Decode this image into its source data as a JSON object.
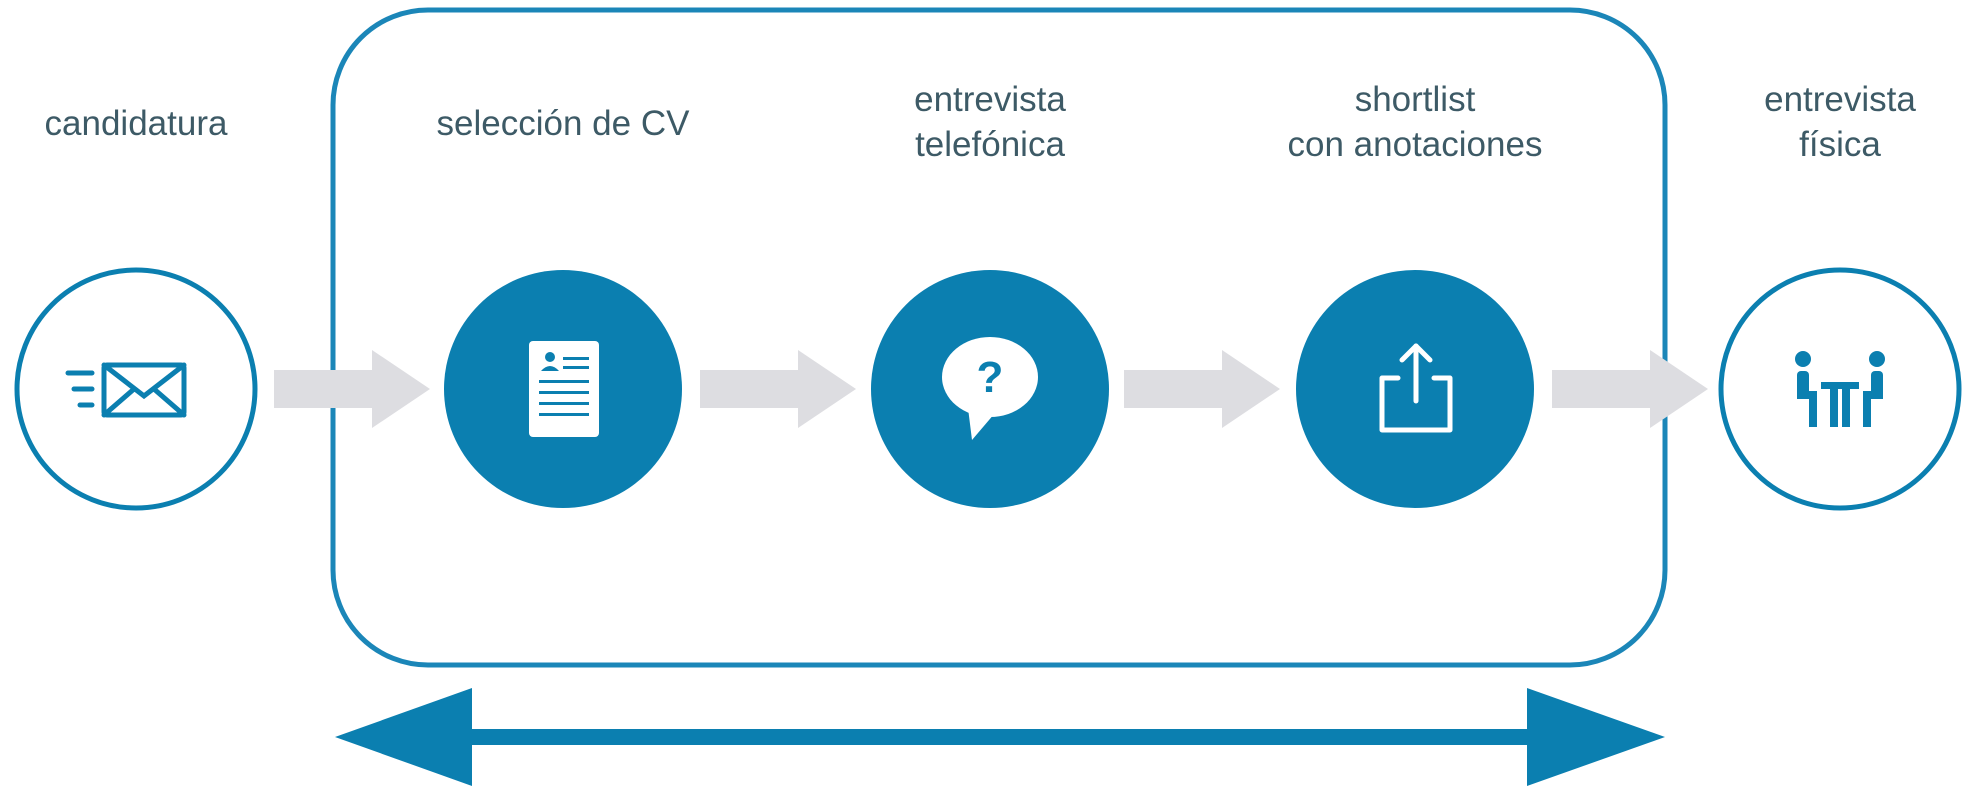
{
  "diagram": {
    "steps": [
      {
        "id": "candidatura",
        "label": "candidatura",
        "icon": "envelope-icon"
      },
      {
        "id": "seleccion-cv",
        "label": "selección de CV",
        "icon": "document-icon"
      },
      {
        "id": "entrevista-telefonica",
        "label": "entrevista\ntelefónica",
        "icon": "question-bubble-icon"
      },
      {
        "id": "shortlist",
        "label": "shortlist\ncon anotaciones",
        "icon": "share-icon"
      },
      {
        "id": "entrevista-fisica",
        "label": "entrevista\nfísica",
        "icon": "meeting-icon"
      }
    ],
    "colors": {
      "primary": "#0b7fb0",
      "frame": "#1b86b8",
      "arrow_gray": "#dddde1",
      "text": "#3d5a66"
    },
    "bottom_text": ""
  }
}
